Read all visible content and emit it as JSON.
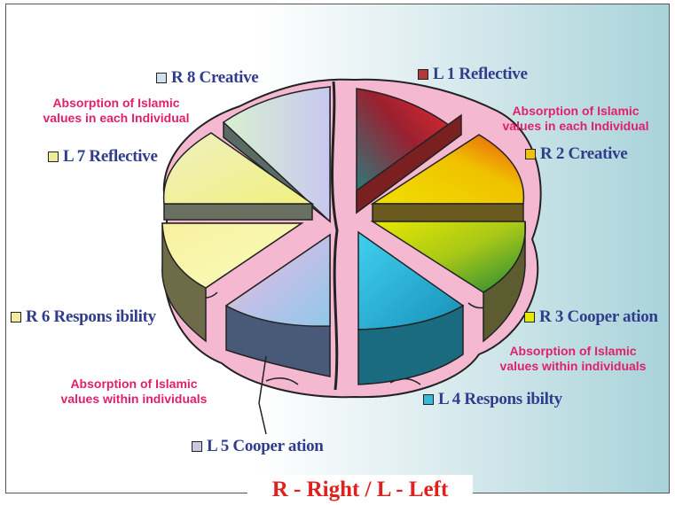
{
  "labels": {
    "l1": {
      "text": "L 1 Reflective",
      "swatch": "#b23a3a"
    },
    "r2": {
      "text": "R 2 Creative",
      "swatch": "#f2c200"
    },
    "r3": {
      "text": "R 3 Cooper ation",
      "swatch": "#e8e800"
    },
    "l4": {
      "text": "L 4 Respons ibilty",
      "swatch": "#3ab8d8"
    },
    "l5": {
      "text": "L 5 Cooper ation",
      "swatch": "#c8c8e0"
    },
    "r6": {
      "text": "R 6 Respons ibility",
      "swatch": "#f4ec9c"
    },
    "l7": {
      "text": "L 7 Reflective",
      "swatch": "#ecec9c"
    },
    "r8": {
      "text": "R 8 Creative",
      "swatch": "#cfe0ee"
    }
  },
  "notes": {
    "top_left": [
      "Absorption of Islamic",
      "values in each Individual"
    ],
    "top_right": [
      "Absorption of Islamic",
      "values in each Individual"
    ],
    "bottom_right": [
      "Absorption of Islamic",
      "values within individuals"
    ],
    "bottom_left": [
      "Absorption of Islamic",
      "values within individuals"
    ]
  },
  "footer": "R - Right / L - Left",
  "colors": {
    "note": "#e0206a",
    "label": "#2f3d8c",
    "footer": "#e0201c",
    "brain": "#f4b8d0"
  }
}
